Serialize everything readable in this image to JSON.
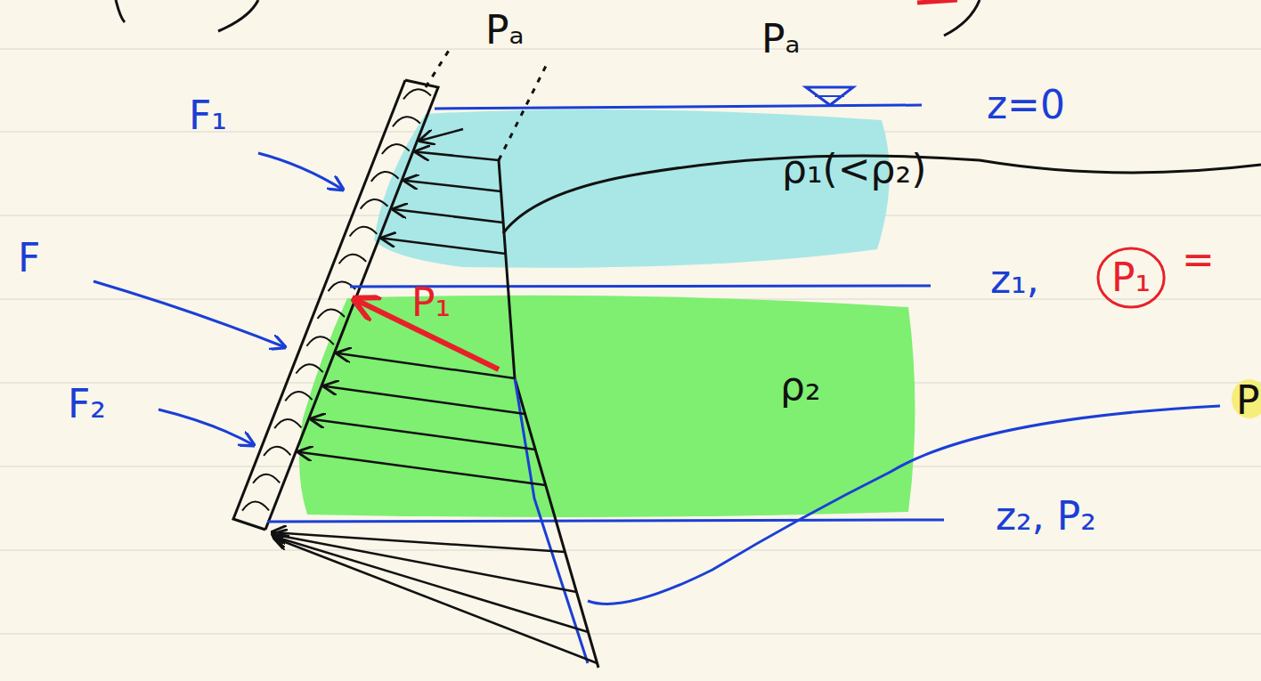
{
  "diagram": {
    "nodes": [
      {
        "text": [
          "P₁"
        ]
      }
    ],
    "labels": [
      "Pₐ",
      "Pₐ",
      "z=0",
      "F₁",
      "F",
      "F₂",
      "ρ₁(<ρ₂)",
      "z₁,",
      "=",
      "P₁",
      "ρ₂",
      "z₂, P₂",
      "P"
    ]
  }
}
